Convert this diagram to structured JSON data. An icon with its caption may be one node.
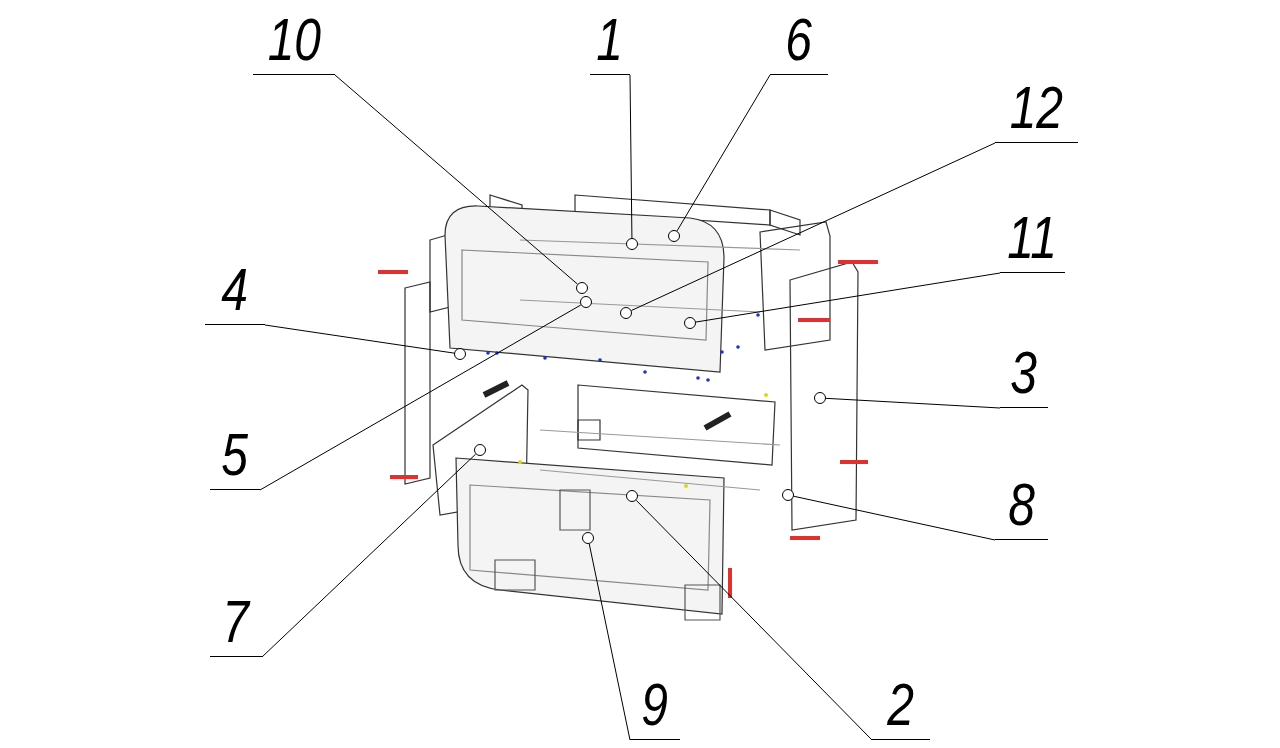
{
  "diagram": {
    "nodes": [
      {
        "text": [
          "10"
        ]
      },
      {
        "text": [
          "1"
        ]
      },
      {
        "text": [
          "6"
        ]
      },
      {
        "text": [
          "12"
        ]
      },
      {
        "text": [
          "11"
        ]
      },
      {
        "text": [
          "4"
        ]
      },
      {
        "text": [
          "3"
        ]
      },
      {
        "text": [
          "5"
        ]
      },
      {
        "text": [
          "8"
        ]
      },
      {
        "text": [
          "7"
        ]
      },
      {
        "text": [
          "9"
        ]
      },
      {
        "text": [
          "2"
        ]
      },
      {
        "text": [],
        "shape": "circle"
      },
      {
        "text": [],
        "shape": "circle"
      },
      {
        "text": [],
        "shape": "circle"
      },
      {
        "text": [],
        "shape": "circle"
      },
      {
        "text": [],
        "shape": "circle"
      },
      {
        "text": [],
        "shape": "circle"
      },
      {
        "text": [],
        "shape": "circle"
      },
      {
        "text": [],
        "shape": "circle"
      },
      {
        "text": [],
        "shape": "circle"
      },
      {
        "text": [],
        "shape": "circle"
      },
      {
        "text": [],
        "shape": "circle"
      },
      {
        "text": [],
        "shape": "circle"
      }
    ],
    "edges": [
      {
        "from": 0,
        "to": 12,
        "arrow": "none"
      },
      {
        "from": 1,
        "to": 13,
        "arrow": "none"
      },
      {
        "from": 2,
        "to": 14,
        "arrow": "none"
      },
      {
        "from": 3,
        "to": 15,
        "arrow": "none"
      },
      {
        "from": 4,
        "to": 16,
        "arrow": "none"
      },
      {
        "from": 5,
        "to": 17,
        "arrow": "none"
      },
      {
        "from": 6,
        "to": 18,
        "arrow": "none"
      },
      {
        "from": 7,
        "to": 19,
        "arrow": "none"
      },
      {
        "from": 8,
        "to": 20,
        "arrow": "none"
      },
      {
        "from": 9,
        "to": 21,
        "arrow": "none"
      },
      {
        "from": 10,
        "to": 22,
        "arrow": "none"
      },
      {
        "from": 11,
        "to": 23,
        "arrow": "none"
      }
    ]
  }
}
